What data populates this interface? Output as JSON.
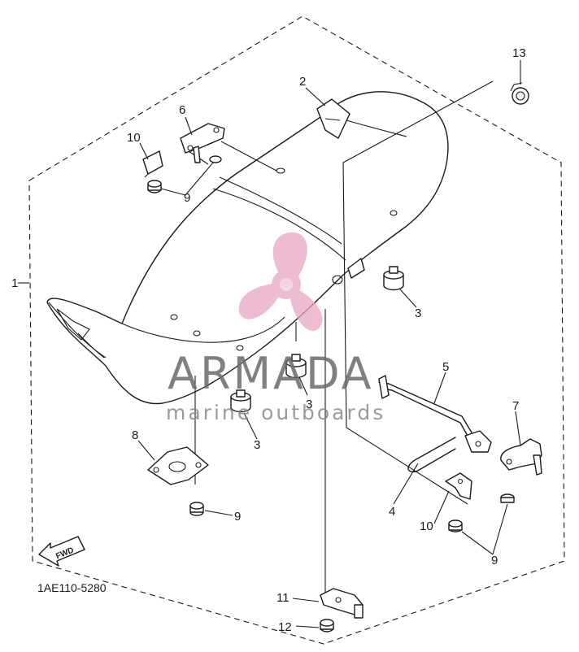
{
  "drawing_code": "1AE110-5280",
  "fwd_label": "FWD",
  "callouts": {
    "c1": "1",
    "c2": "2",
    "c3a": "3",
    "c3b": "3",
    "c3c": "3",
    "c4": "4",
    "c5": "5",
    "c6": "6",
    "c7": "7",
    "c8": "8",
    "c9a": "9",
    "c9b": "9",
    "c9c": "9",
    "c10a": "10",
    "c10b": "10",
    "c11": "11",
    "c12": "12",
    "c13": "13"
  },
  "watermark": {
    "title": "ARMADA",
    "subtitle": "marine outboards",
    "logo_color": "#e9a6c4"
  }
}
